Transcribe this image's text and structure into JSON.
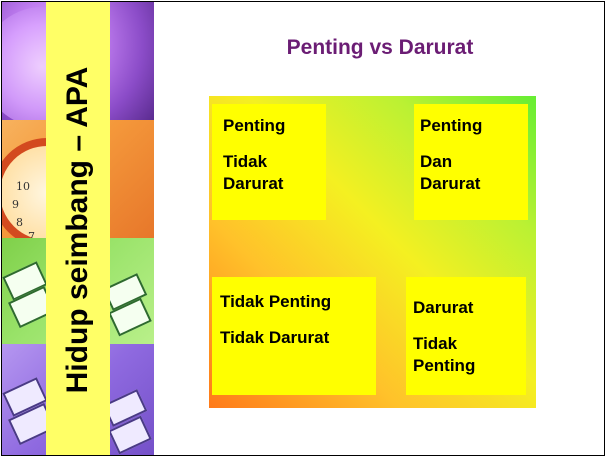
{
  "sidebar": {
    "vertical_title": "Hidup seimbang – APA",
    "clock_numbers": [
      "10",
      "9",
      "8",
      "7"
    ]
  },
  "slide": {
    "title": "Penting vs Darurat"
  },
  "matrix": {
    "top_left": {
      "line1": "Penting",
      "line2": "Tidak",
      "line3": "Darurat"
    },
    "top_right": {
      "line1": "Penting",
      "line2": "Dan",
      "line3": "Darurat"
    },
    "bottom_left": {
      "line1": "Tidak Penting",
      "line2": "Tidak Darurat"
    },
    "bottom_right": {
      "line1": "Darurat",
      "line2": "Tidak",
      "line3": "Penting"
    }
  },
  "colors": {
    "title": "#6b1d74",
    "box": "#ffff00",
    "band": "#ffff66"
  },
  "icons": [
    "clock-photo",
    "book-photo"
  ]
}
